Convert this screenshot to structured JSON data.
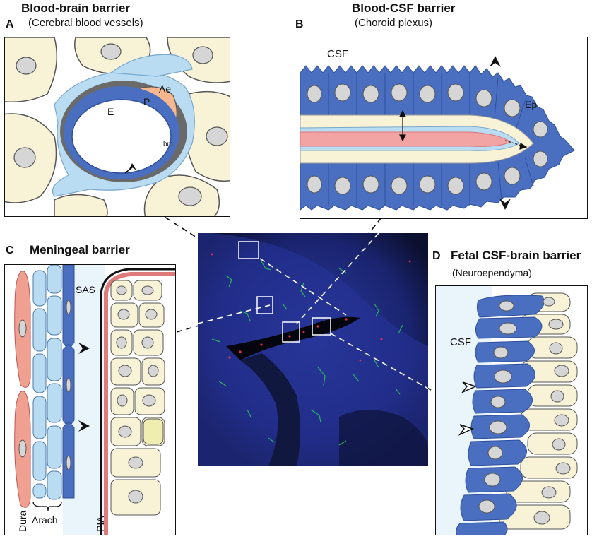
{
  "panels": {
    "a": {
      "letter": "A",
      "title": "Blood-brain barrier",
      "subtitle": "(Cerebral blood vessels)",
      "labels": {
        "ae": "Ae",
        "p": "P",
        "e": "E",
        "bm": "bm"
      }
    },
    "b": {
      "letter": "B",
      "title": "Blood-CSF barrier",
      "subtitle": "(Choroid plexus)",
      "labels": {
        "csf": "CSF",
        "ep": "Ep"
      }
    },
    "c": {
      "letter": "C",
      "title": "Meningeal barrier",
      "labels": {
        "sas": "SAS",
        "dura": "Dura",
        "arach": "Arach",
        "pia": "PIA"
      }
    },
    "d": {
      "letter": "D",
      "title": "Fetal CSF-brain barrier",
      "subtitle": "(Neuroependyma)",
      "labels": {
        "csf": "CSF"
      }
    }
  },
  "colors": {
    "dark_blue": "#4a6fc0",
    "light_blue": "#b9dcf2",
    "cream": "#f8f2d6",
    "gray_nucleus": "#d6d6d6",
    "pink": "#f0a090",
    "peach": "#f4b78e",
    "basement_gray": "#6a6a6a",
    "micrograph_bg": "#0c1030"
  }
}
